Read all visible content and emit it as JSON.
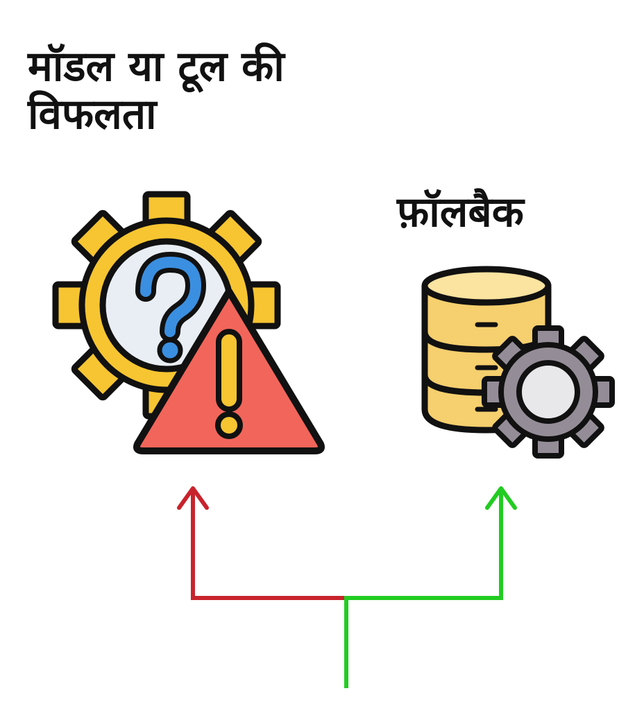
{
  "diagram": {
    "failure": {
      "title_line1": "मॉडल या टूल की",
      "title_line2": "विफलता"
    },
    "fallback": {
      "title": "फ़ॉलबैक"
    }
  },
  "icons": {
    "failure_icon": "gear-with-question-and-warning-icon",
    "fallback_icon": "database-with-gear-icon"
  },
  "colors": {
    "failure_arrow": "#c8232c",
    "fallback_arrow": "#22cc22",
    "gear_yellow": "#f7c531",
    "warning_red": "#f2655a",
    "question_blue": "#3b8fe0",
    "database_gold": "#f6cf6e",
    "gear_grey": "#948d97",
    "outline": "#111111"
  }
}
